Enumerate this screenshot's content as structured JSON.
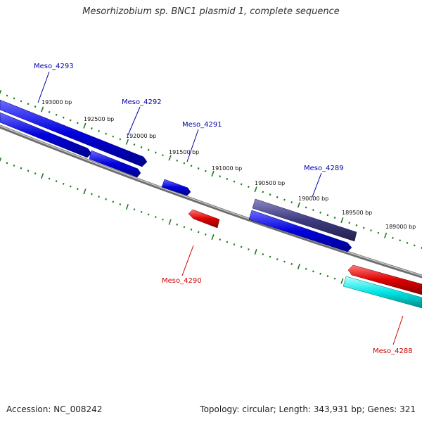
{
  "title": "Mesorhizobium sp. BNC1 plasmid 1, complete sequence",
  "footer": {
    "accession": "Accession: NC_008242",
    "summary": "Topology: circular; Length: 343,931 bp; Genes: 321"
  },
  "ruler": {
    "ticks": [
      {
        "label": "193000 bp"
      },
      {
        "label": "192500 bp"
      },
      {
        "label": "192000 bp"
      },
      {
        "label": "191500 bp"
      },
      {
        "label": "191000 bp"
      },
      {
        "label": "190500 bp"
      },
      {
        "label": "190000 bp"
      },
      {
        "label": "189500 bp"
      },
      {
        "label": "189000 bp"
      }
    ]
  },
  "genes": [
    {
      "name": "Meso_4293",
      "strand": "forward",
      "color": "#0000dd"
    },
    {
      "name": "Meso_4292",
      "strand": "forward",
      "color": "#0000dd"
    },
    {
      "name": "Meso_4291",
      "strand": "forward",
      "color": "#0000dd"
    },
    {
      "name": "Meso_4290",
      "strand": "reverse",
      "color": "#dd0000"
    },
    {
      "name": "Meso_4289",
      "strand": "forward",
      "color": "#3d3a80"
    },
    {
      "name": "Meso_4288",
      "strand": "reverse",
      "color": "#dd0000"
    }
  ],
  "colors": {
    "backbone": "#8a8a8a",
    "tick": "#1a7a1a",
    "forward_gene": "#0000dd",
    "reverse_gene": "#dd0000",
    "highlight_gene": "#3d3a80",
    "cyan_gene": "#00e5e5",
    "forward_label": "#0000aa",
    "reverse_label": "#cc0000"
  }
}
